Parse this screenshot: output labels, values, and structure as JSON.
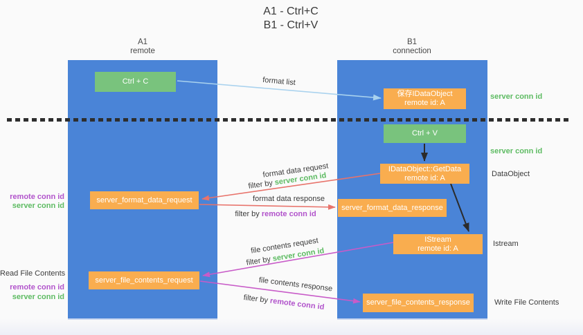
{
  "title": {
    "line1": "A1 - Ctrl+C",
    "line2": "B1 - Ctrl+V"
  },
  "columns": {
    "left": {
      "name": "A1",
      "subtitle": "remote"
    },
    "right": {
      "name": "B1",
      "subtitle": "connection"
    }
  },
  "nodes": {
    "ctrl_c": {
      "label": "Ctrl + C"
    },
    "ctrl_v": {
      "label": "Ctrl + V"
    },
    "save_dataobject": {
      "line1": "保存IDataObject",
      "line2": "remote id: A"
    },
    "getdata": {
      "line1": "IDataObject::GetData",
      "line2": "remote id: A"
    },
    "istream": {
      "line1": "IStream",
      "line2": "remote id: A"
    },
    "format_request": {
      "label": "server_format_data_request"
    },
    "format_response": {
      "label": "server_format_data_response"
    },
    "file_request": {
      "label": "server_file_contents_request"
    },
    "file_response": {
      "label": "server_file_contents_response"
    }
  },
  "arrow_labels": {
    "format_list": "format list",
    "format_data_request": "format data request",
    "format_data_response": "format data response",
    "file_contents_request": "file contents request",
    "file_contents_response": "file contents response",
    "filter_by": "filter by ",
    "server_conn_id": "server conn id",
    "remote_conn_id": "remote conn id"
  },
  "side_labels": {
    "server_conn_id_top": "server conn id",
    "server_conn_id_mid": "server conn id",
    "dataobject": "DataObject",
    "istream": "Istream",
    "write_file_contents": "Write File Contents",
    "read_file_contents": "Read File Contents",
    "remote_conn_id": "remote conn id",
    "server_conn_id": "server conn id"
  },
  "colors": {
    "column_blue": "#4a84d7",
    "node_green": "#79c37d",
    "node_orange": "#f9ad4f",
    "arrow_red": "#e8736b",
    "arrow_magenta": "#c85bc8",
    "arrow_lightblue": "#a9d2ee",
    "arrow_black": "#2b2b2b",
    "text_green": "#5dbb62",
    "text_purple": "#b153cb",
    "text_dark": "#3b3b3b"
  }
}
